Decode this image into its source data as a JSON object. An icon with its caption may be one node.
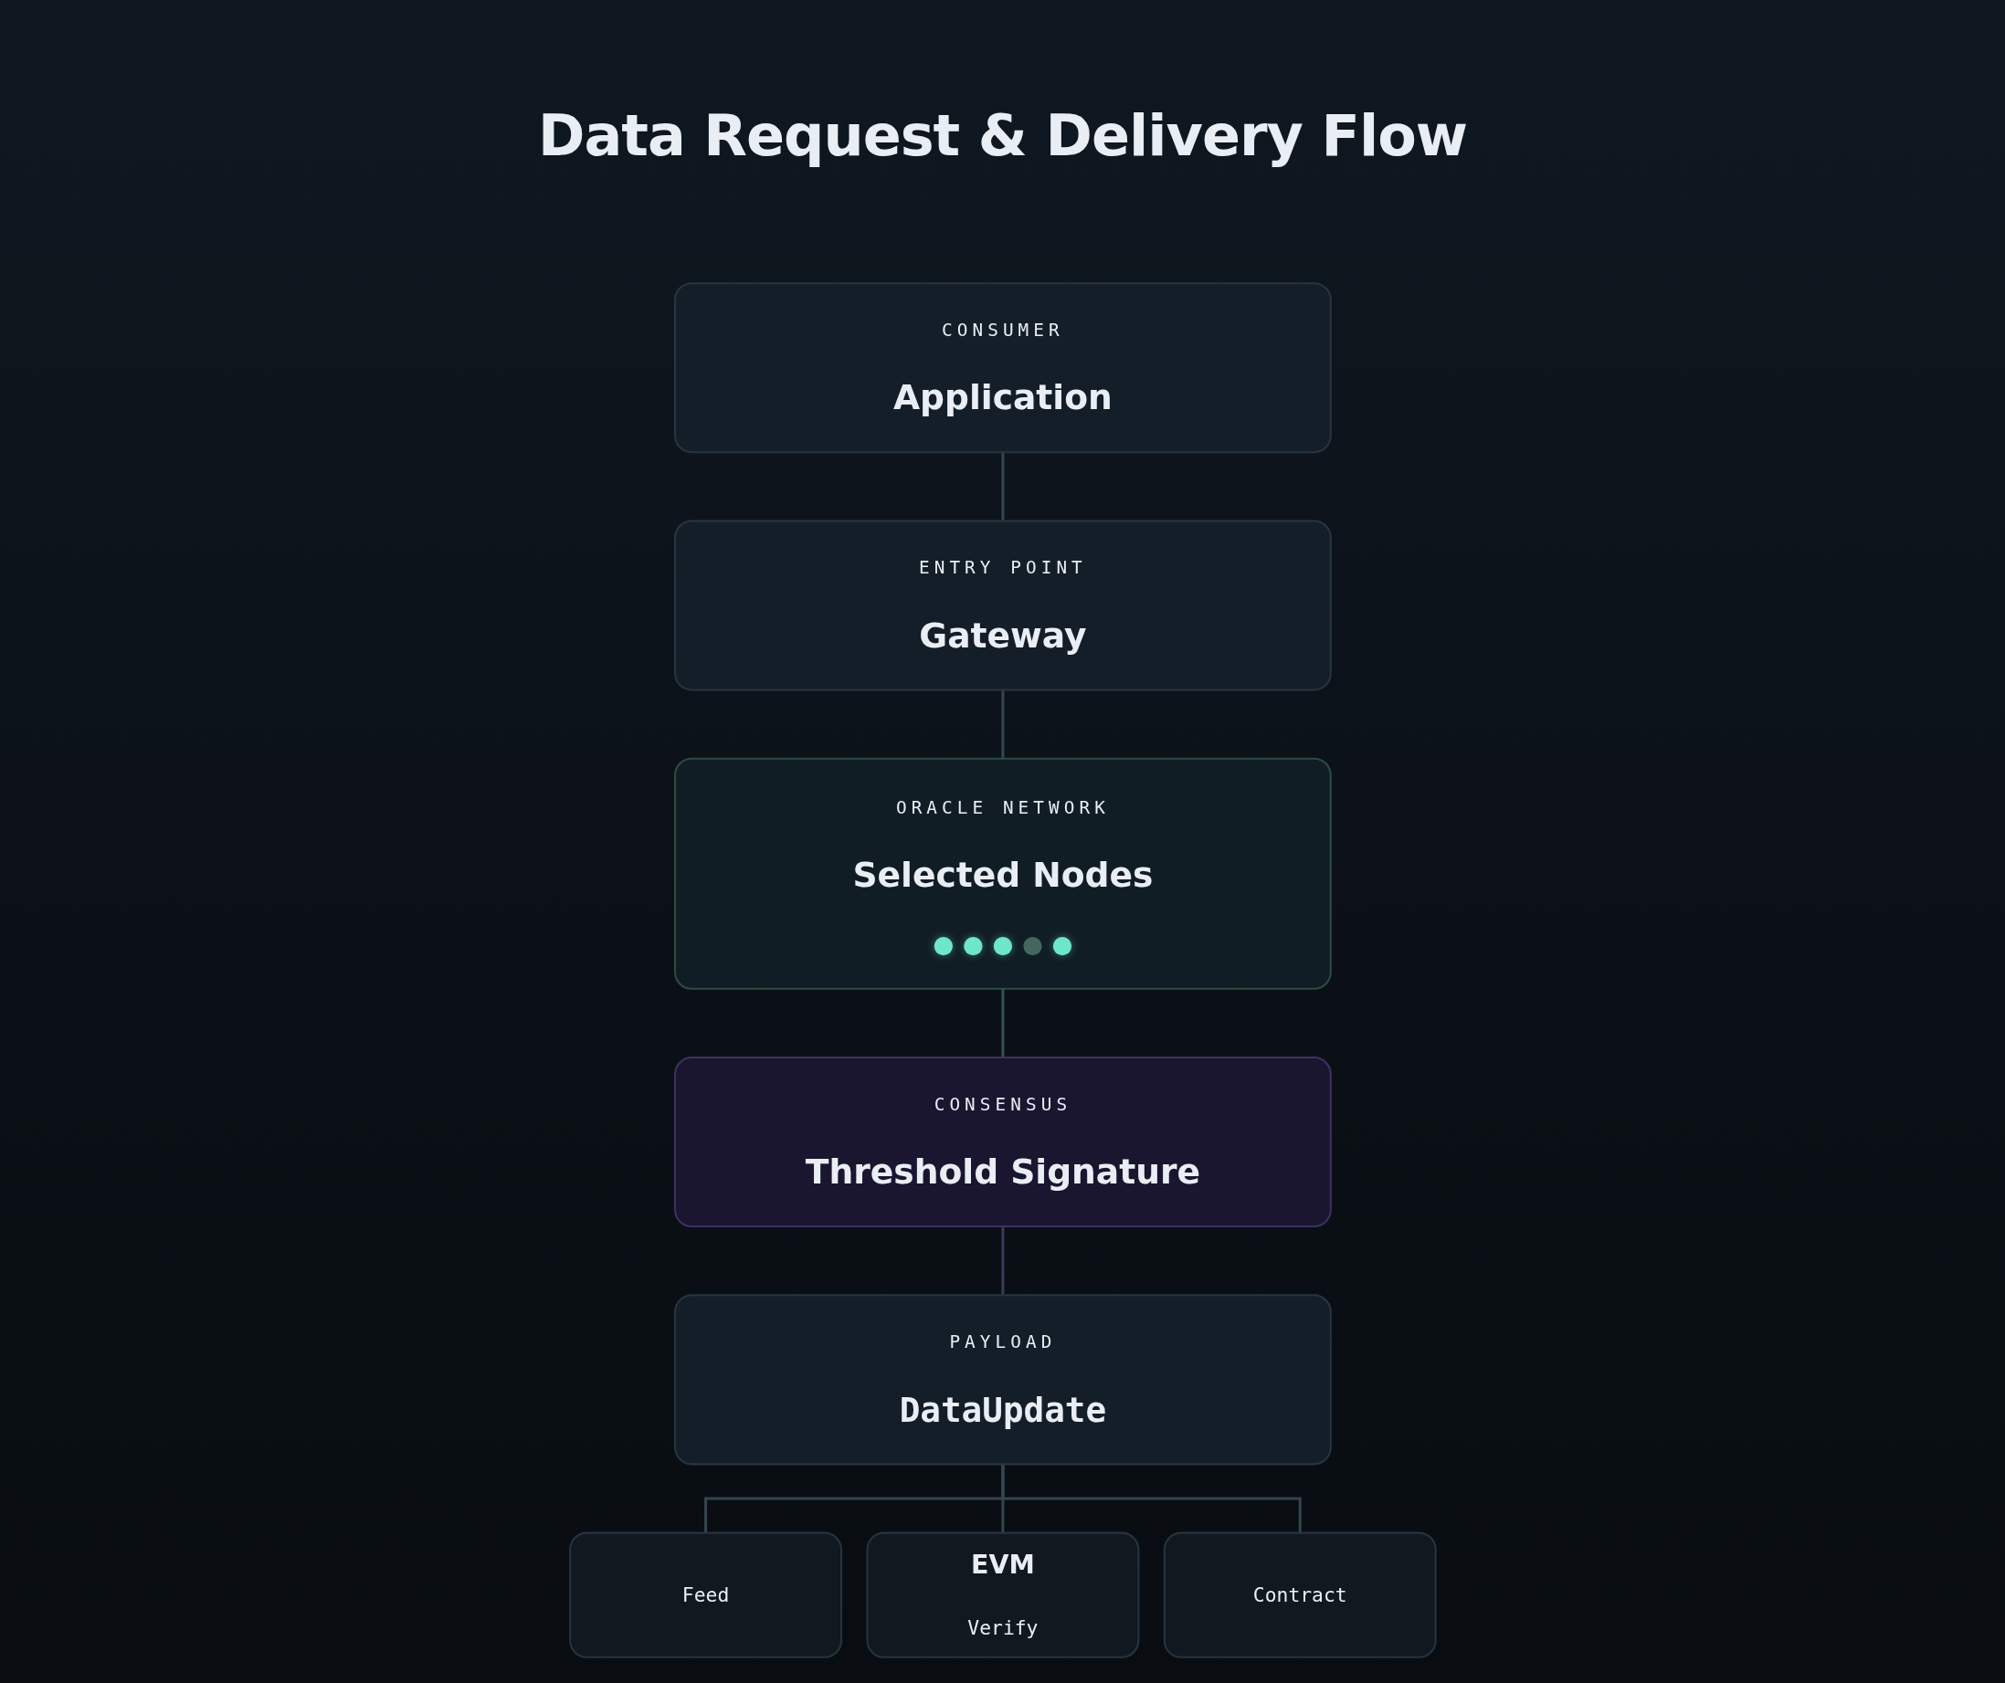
{
  "diagram": {
    "title": "Data Request & Delivery Flow",
    "nodes": [
      {
        "text": [
          "CONSUMER",
          "Application"
        ]
      },
      {
        "text": [
          "ENTRY POINT",
          "Gateway"
        ]
      },
      {
        "text": [
          "ORACLE NETWORK",
          "Selected Nodes"
        ]
      },
      {
        "text": [
          "CONSENSUS",
          "Threshold Signature"
        ]
      },
      {
        "text": [
          "PAYLOAD",
          "DataUpdate"
        ]
      },
      {
        "text": [
          "Feed"
        ]
      },
      {
        "text": [
          "EVM",
          "Verify"
        ]
      },
      {
        "text": [
          "Contract"
        ]
      }
    ],
    "edges": [
      {
        "from": 0,
        "to": 1,
        "arrow": "none"
      },
      {
        "from": 1,
        "to": 2,
        "arrow": "none"
      },
      {
        "from": 2,
        "to": 3,
        "arrow": "none",
        "color": "#32524f"
      },
      {
        "from": 3,
        "to": 4,
        "arrow": "none",
        "color": "#3b3957"
      },
      {
        "from": 4,
        "to": 5,
        "arrow": "none"
      },
      {
        "from": 4,
        "to": 6,
        "arrow": "none"
      },
      {
        "from": 4,
        "to": 7,
        "arrow": "none"
      }
    ]
  }
}
